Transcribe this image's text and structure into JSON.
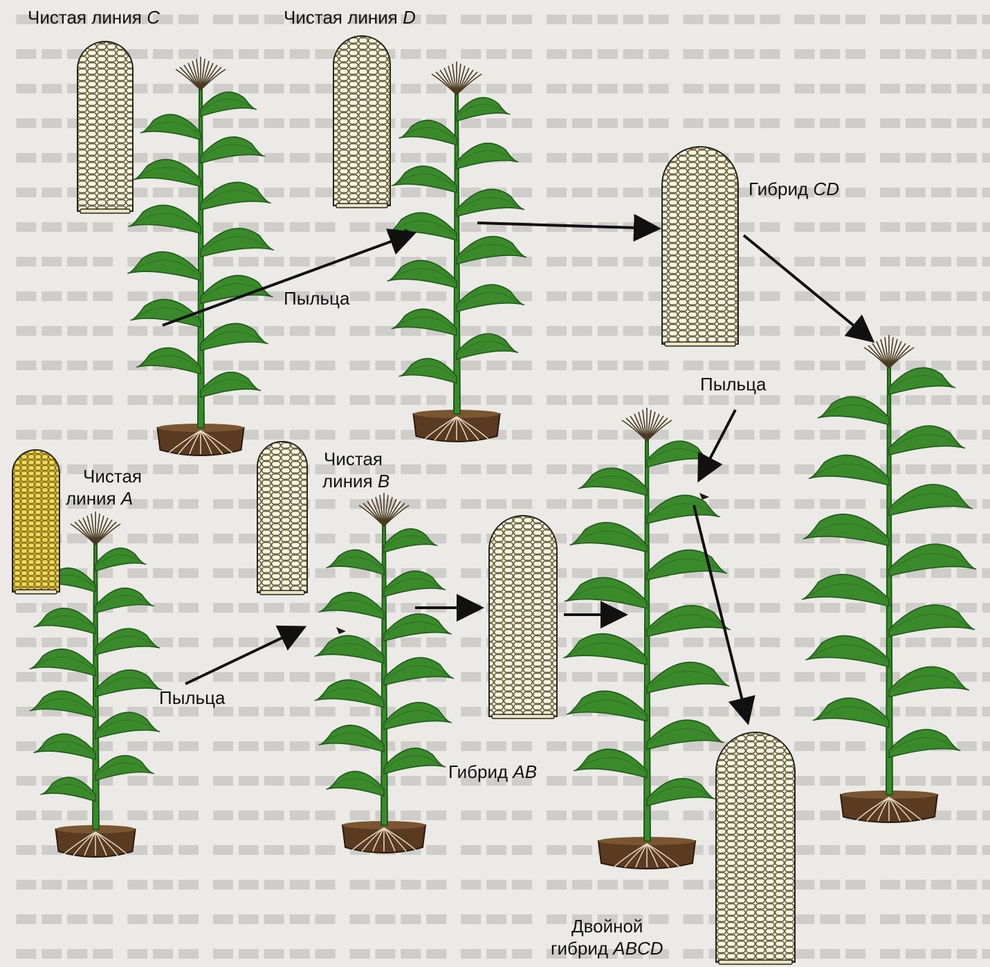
{
  "labels": {
    "pure_line_c": "Чистая линия C",
    "pure_line_d": "Чистая линия D",
    "pure_line_a_1": "Чистая",
    "pure_line_a_2": "линия A",
    "pure_line_b_1": "Чистая",
    "pure_line_b_2": "линия B",
    "hybrid_cd": "Гибрид CD",
    "hybrid_ab": "Гибрид AB",
    "double_hybrid_1": "Двойной",
    "double_hybrid_2": "гибрид ABCD",
    "pollen_1": "Пыльца",
    "pollen_2": "Пыльца",
    "pollen_3": "Пыльца"
  },
  "colors": {
    "leaf": "#3a8a2c",
    "leaf_dark": "#1f5a1a",
    "kernel": "#f3eeca",
    "kernel_yellow": "#dcc84a",
    "soil": "#5a3b22"
  }
}
